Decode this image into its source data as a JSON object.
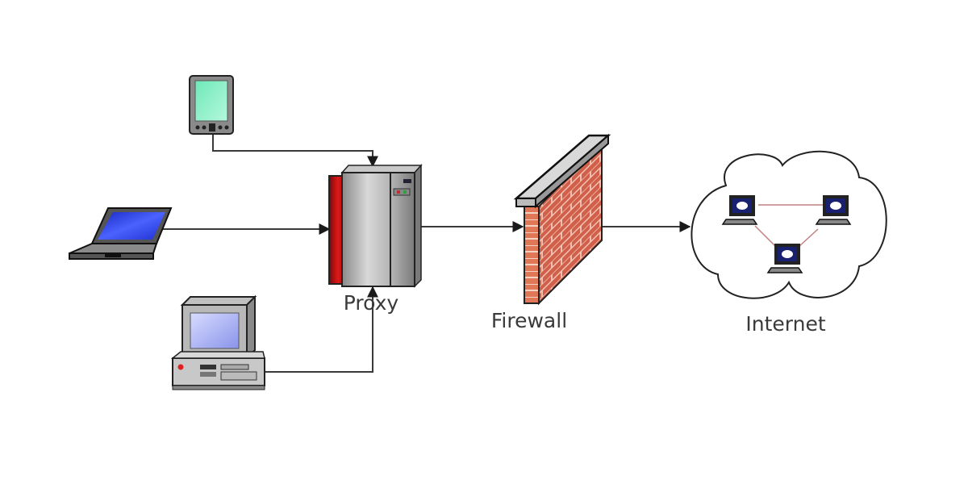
{
  "diagram": {
    "title": "Proxy and firewall network topology",
    "nodes": [
      {
        "id": "pda",
        "type": "handheld-device",
        "label": ""
      },
      {
        "id": "laptop",
        "type": "laptop",
        "label": ""
      },
      {
        "id": "desktop",
        "type": "desktop-computer",
        "label": ""
      },
      {
        "id": "proxy",
        "type": "server",
        "label": "Proxy"
      },
      {
        "id": "firewall",
        "type": "firewall",
        "label": "Firewall"
      },
      {
        "id": "internet",
        "type": "cloud",
        "label": "Internet"
      }
    ],
    "edges": [
      {
        "from": "pda",
        "to": "proxy",
        "arrow": "end"
      },
      {
        "from": "laptop",
        "to": "proxy",
        "arrow": "end"
      },
      {
        "from": "desktop",
        "to": "proxy",
        "arrow": "end"
      },
      {
        "from": "proxy",
        "to": "firewall",
        "arrow": "end"
      },
      {
        "from": "firewall",
        "to": "internet",
        "arrow": "end"
      }
    ],
    "internet_hosts": [
      "host-1",
      "host-2",
      "host-3"
    ],
    "colors": {
      "connector": "#3a3a3a",
      "brick": "#d0604a",
      "mortar": "#f3c6b8",
      "server_gray": "#a8a8a8",
      "server_red": "#c4121a",
      "laptop_screen": "#2a3ee0",
      "pda_screen": "#8ff0c8",
      "monitor_screen": "#a8b0f0",
      "cloud_link": "#c08080"
    }
  }
}
